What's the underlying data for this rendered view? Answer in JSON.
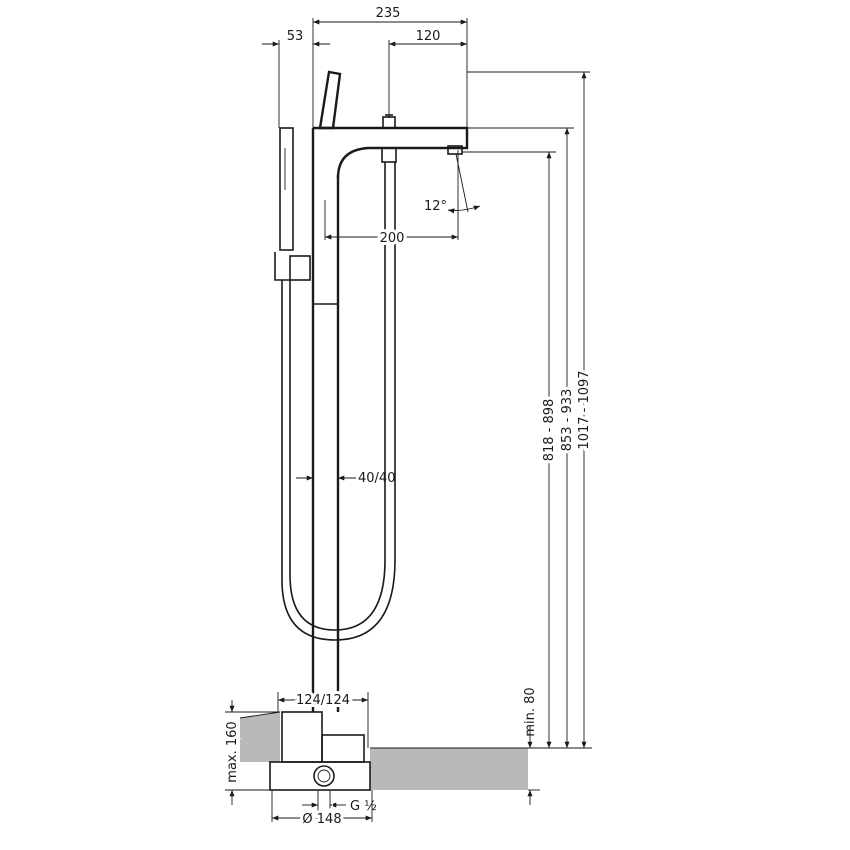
{
  "dimensions": {
    "width_overall": "235",
    "spout_to_valve": "120",
    "handshower_offset": "53",
    "spout_reach_lower": "200",
    "spout_angle": "12°",
    "column_diameter": "40/40",
    "base_width": "124/124",
    "height_spout": "818 - 898",
    "height_spout_top": "853 - 933",
    "height_overall": "1017 - 1097",
    "min_floor": "min. 80",
    "max_depth": "max. 160",
    "connection": "G ½",
    "base_diameter": "Ø 148"
  },
  "colors": {
    "line": "#1a1a1a",
    "floor": "#b9b9b9"
  }
}
